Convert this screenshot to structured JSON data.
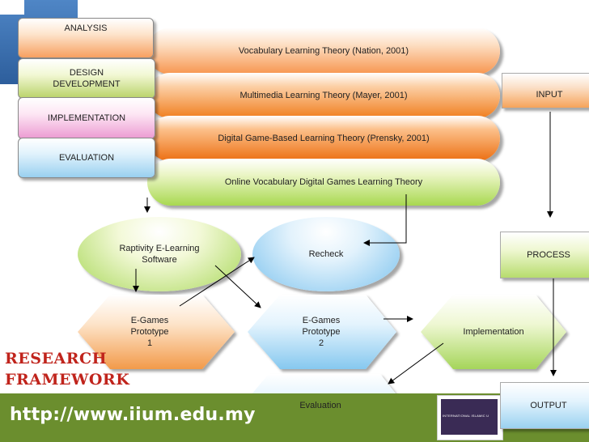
{
  "phases": {
    "analysis": "ANALYSIS",
    "design_line1": "DESIGN",
    "design_line2": "DEVELOPMENT",
    "implementation": "IMPLEMENTATION",
    "evaluation": "EVALUATION"
  },
  "theories": [
    "Vocabulary Learning Theory (Nation, 2001)",
    "Multimedia Learning Theory (Mayer, 2001)",
    "Digital Game-Based Learning Theory (Prensky, 2001)",
    "Online Vocabulary Digital Games Learning Theory"
  ],
  "ipo": {
    "input": "INPUT",
    "process": "PROCESS",
    "output": "OUTPUT"
  },
  "nodes": {
    "raptivity_line1": "Raptivity E-Learning",
    "raptivity_line2": "Software",
    "recheck": "Recheck",
    "prototype1_line1": "E-Games",
    "prototype1_line2": "Prototype",
    "prototype1_line3": "1",
    "prototype2_line1": "E-Games",
    "prototype2_line2": "Prototype",
    "prototype2_line3": "2",
    "implementation": "Implementation",
    "evaluation": "Evaluation"
  },
  "title_line1": "RESEARCH",
  "title_line2": "FRAMEWORK",
  "footer_url": "http://www.iium.edu.my",
  "logo_text": "INTERNATIONAL ISLAMIC U",
  "colors": {
    "footer": "#6b8e2e",
    "title": "#c0241c",
    "accent_blue": "#2d5e9c"
  }
}
